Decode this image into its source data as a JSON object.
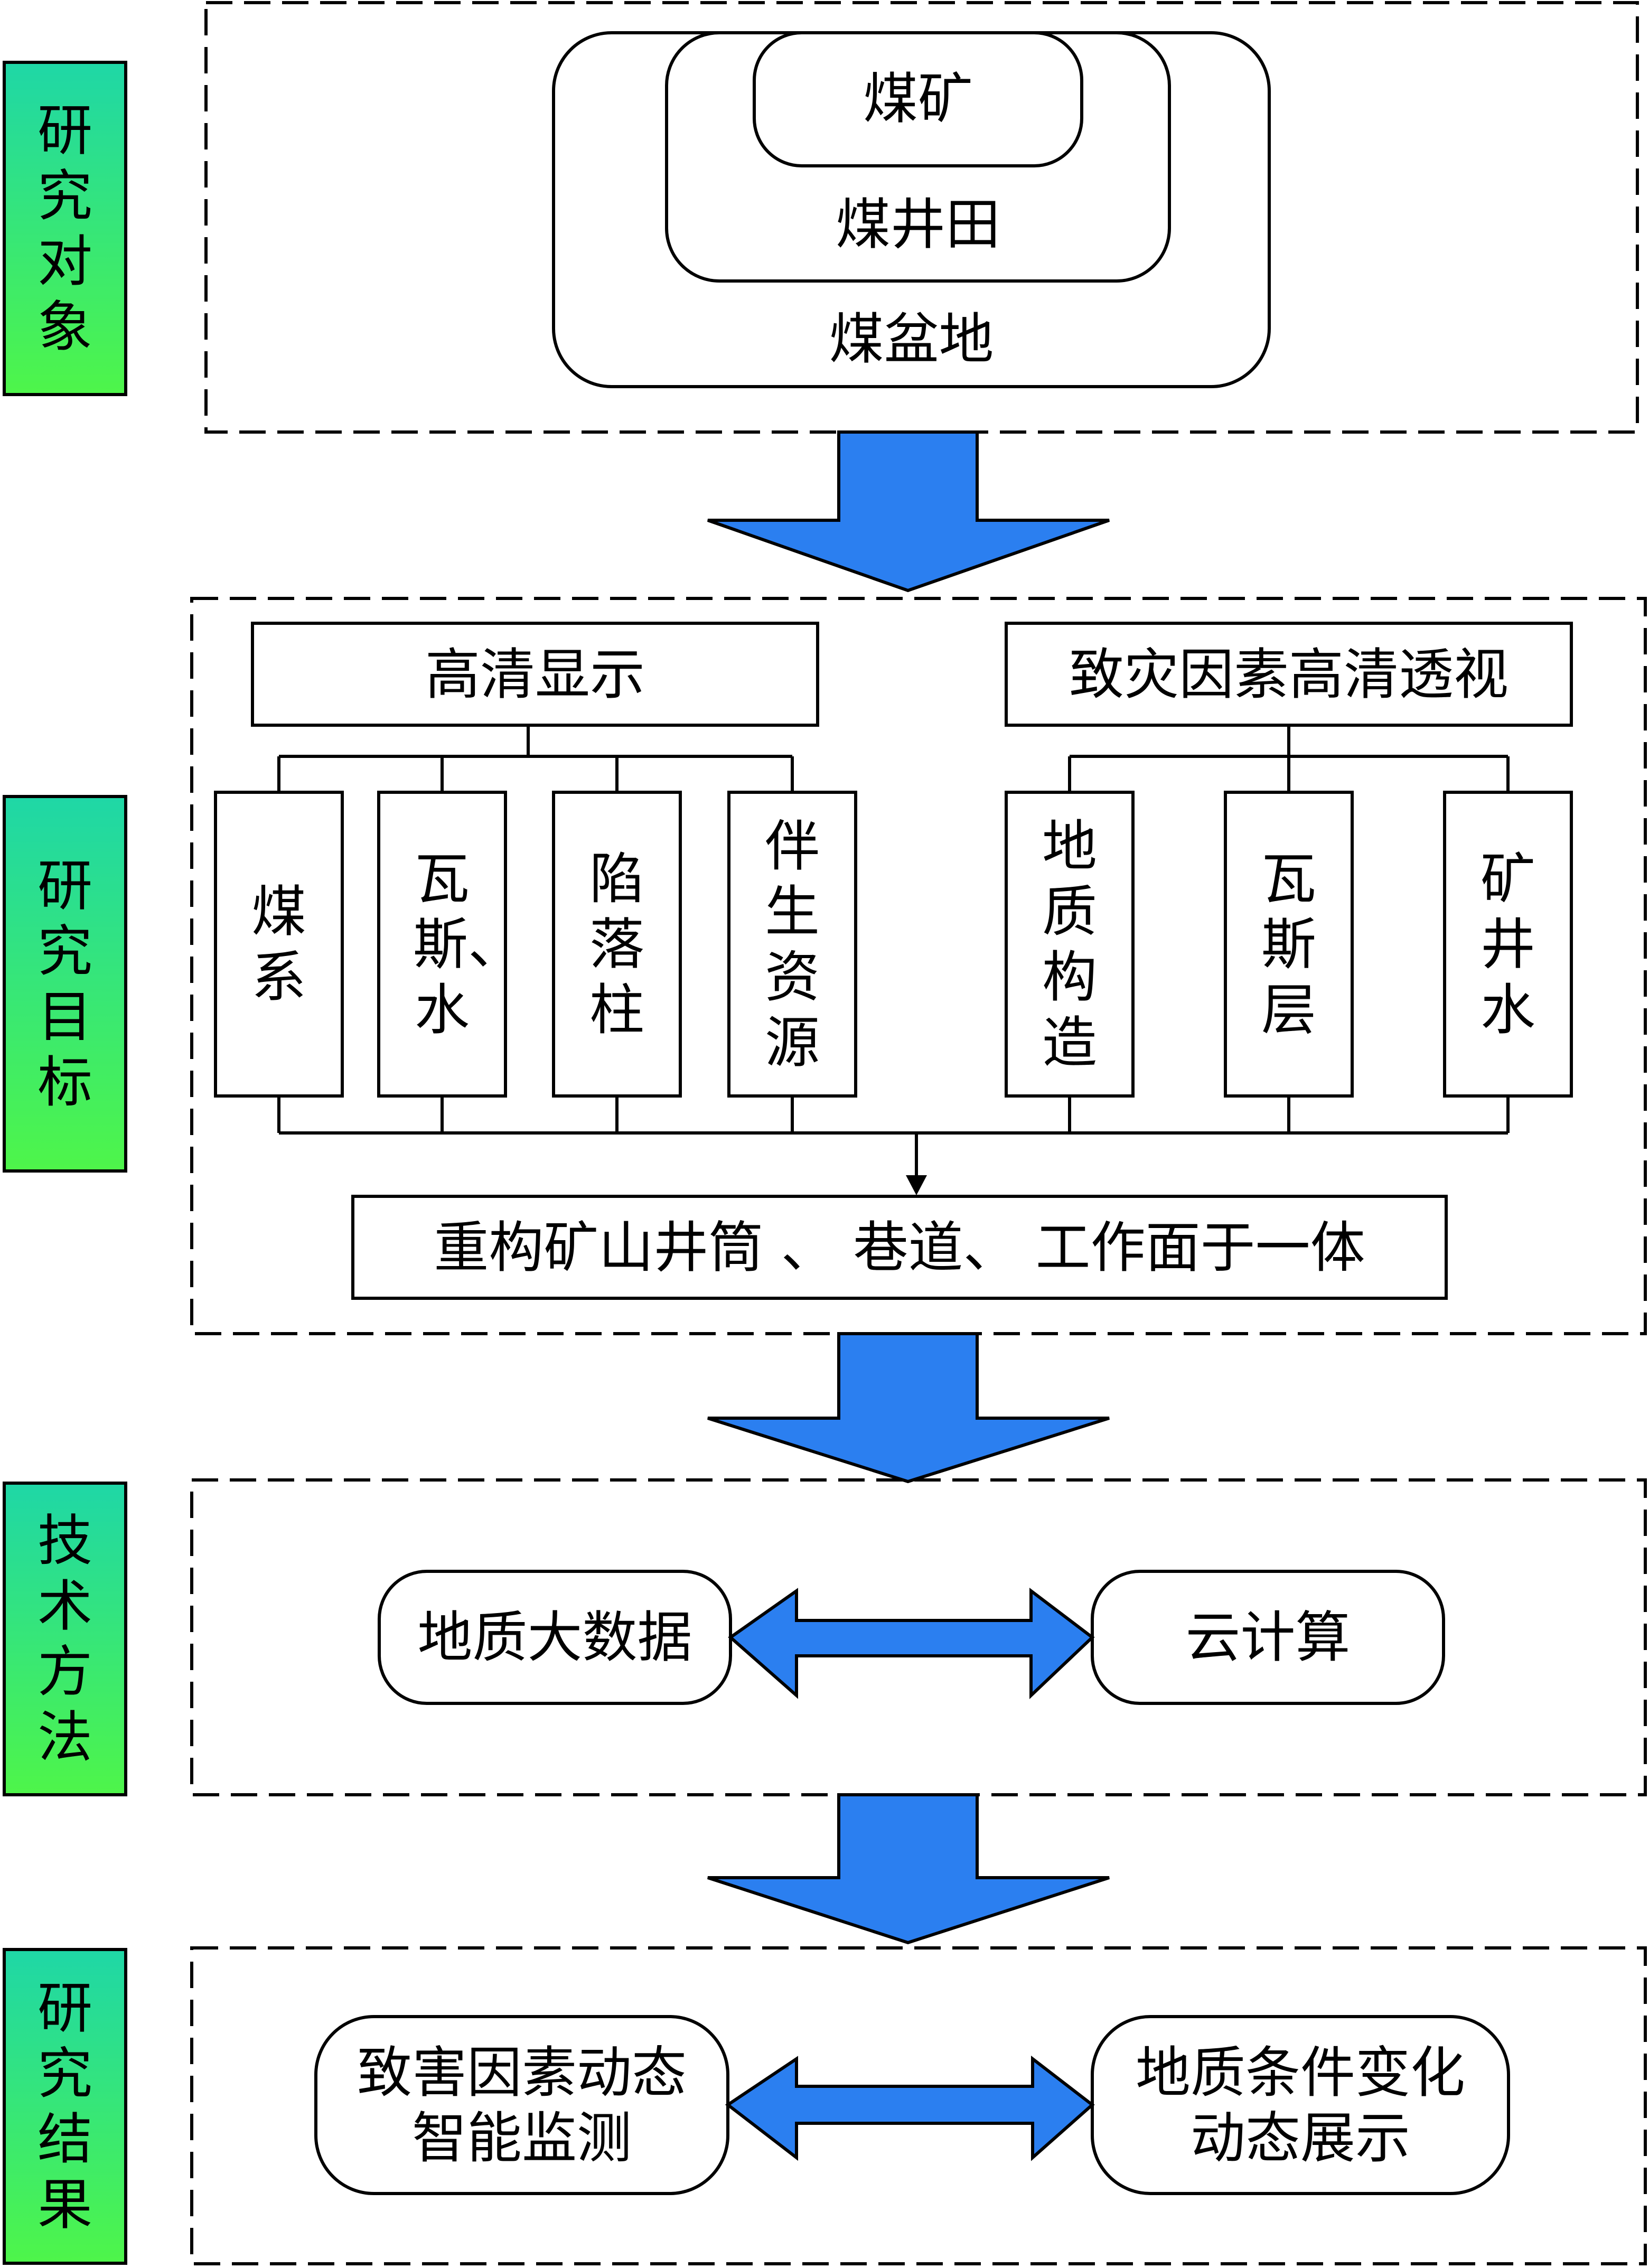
{
  "side_labels": [
    "研究对象",
    "研究目标",
    "技术方法",
    "研究结果"
  ],
  "object": {
    "inner": "煤矿",
    "middle": "煤井田",
    "outer": "煤盆地"
  },
  "goal": {
    "left_header": "高清显示",
    "right_header": "致灾因素高清透视",
    "left_items": [
      "煤系",
      "瓦斯、水",
      "陷落柱",
      "伴生资源"
    ],
    "right_items": [
      "地质构造",
      "瓦斯层",
      "矿井水"
    ],
    "result": "重构矿山井筒 、 巷道、 工作面于一体"
  },
  "method": {
    "left": "地质大数据",
    "right": "云计算"
  },
  "outcome": {
    "left_line1": "致害因素动态",
    "left_line2": "智能监测",
    "right_line1": "地质条件变化",
    "right_line2": "动态展示"
  },
  "colors": {
    "arrow_fill": "#2b7ff0",
    "label_gradient_top": "#1fd7a6",
    "label_gradient_bottom": "#4ef54a",
    "stroke": "#000000"
  }
}
